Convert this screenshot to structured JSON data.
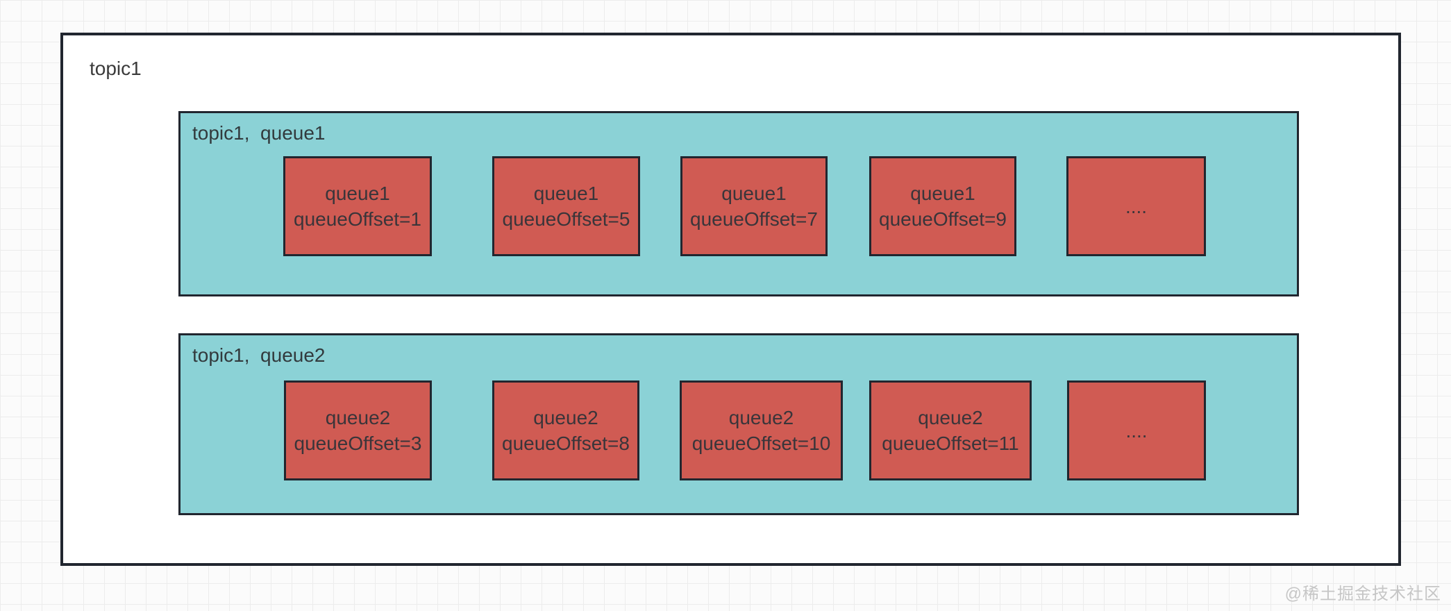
{
  "diagram": {
    "outer_label": "topic1",
    "groups": [
      {
        "label": "topic1,  queue1",
        "cells": [
          {
            "line1": "queue1",
            "line2": "queueOffset=1"
          },
          {
            "line1": "queue1",
            "line2": "queueOffset=5"
          },
          {
            "line1": "queue1",
            "line2": "queueOffset=7"
          },
          {
            "line1": "queue1",
            "line2": "queueOffset=9"
          },
          {
            "line1": "....",
            "line2": ""
          }
        ]
      },
      {
        "label": "topic1,  queue2",
        "cells": [
          {
            "line1": "queue2",
            "line2": "queueOffset=3"
          },
          {
            "line1": "queue2",
            "line2": "queueOffset=8"
          },
          {
            "line1": "queue2",
            "line2": "queueOffset=10"
          },
          {
            "line1": "queue2",
            "line2": "queueOffset=11"
          },
          {
            "line1": "....",
            "line2": ""
          }
        ]
      }
    ]
  },
  "watermark": "@稀土掘金技术社区",
  "colors": {
    "group_fill": "#8bd2d6",
    "message_fill": "#d05b53",
    "border": "#21262f",
    "text": "#3a353a",
    "grid_line": "#ececec",
    "watermark_text": "#c6c6c6"
  }
}
